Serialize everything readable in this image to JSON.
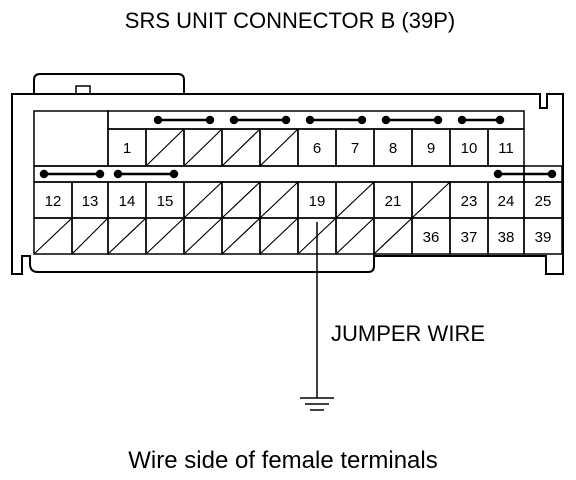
{
  "title": "SRS UNIT CONNECTOR B (39P)",
  "caption": "Wire side of female terminals",
  "jumper_label": "JUMPER WIRE",
  "colors": {
    "ink": "#000000",
    "background": "#ffffff"
  },
  "pins": {
    "p1": "1",
    "p6": "6",
    "p7": "7",
    "p8": "8",
    "p9": "9",
    "p10": "10",
    "p11": "11",
    "p12": "12",
    "p13": "13",
    "p14": "14",
    "p15": "15",
    "p19": "19",
    "p21": "21",
    "p23": "23",
    "p24": "24",
    "p25": "25",
    "p36": "36",
    "p37": "37",
    "p38": "38",
    "p39": "39"
  },
  "icons": {
    "ground": "ground-symbol-icon",
    "shorting_bar": "shorting-bar-icon"
  }
}
